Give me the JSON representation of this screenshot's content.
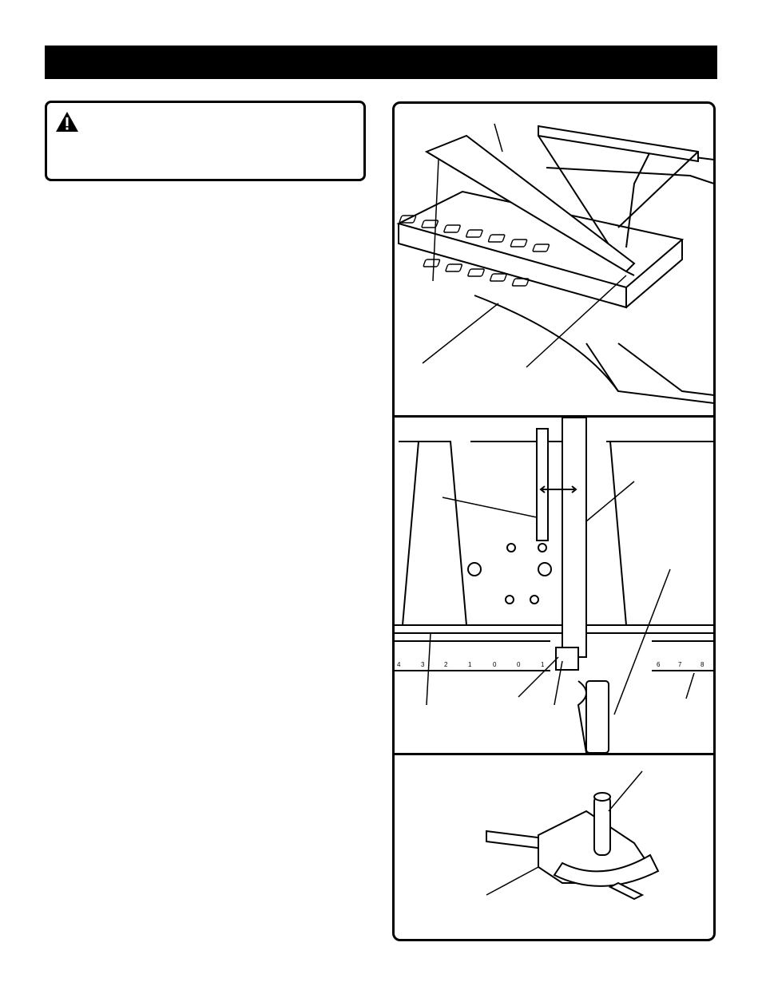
{
  "page": {
    "header_bar_color": "#000000"
  },
  "warning": {
    "icon": "warning-triangle-icon"
  },
  "figures": {
    "ruler_left_labels": [
      "4",
      "3",
      "2",
      "1",
      "0"
    ],
    "ruler_mid_labels": [
      "0",
      "1"
    ],
    "ruler_right_labels": [
      "6",
      "7",
      "8"
    ]
  }
}
